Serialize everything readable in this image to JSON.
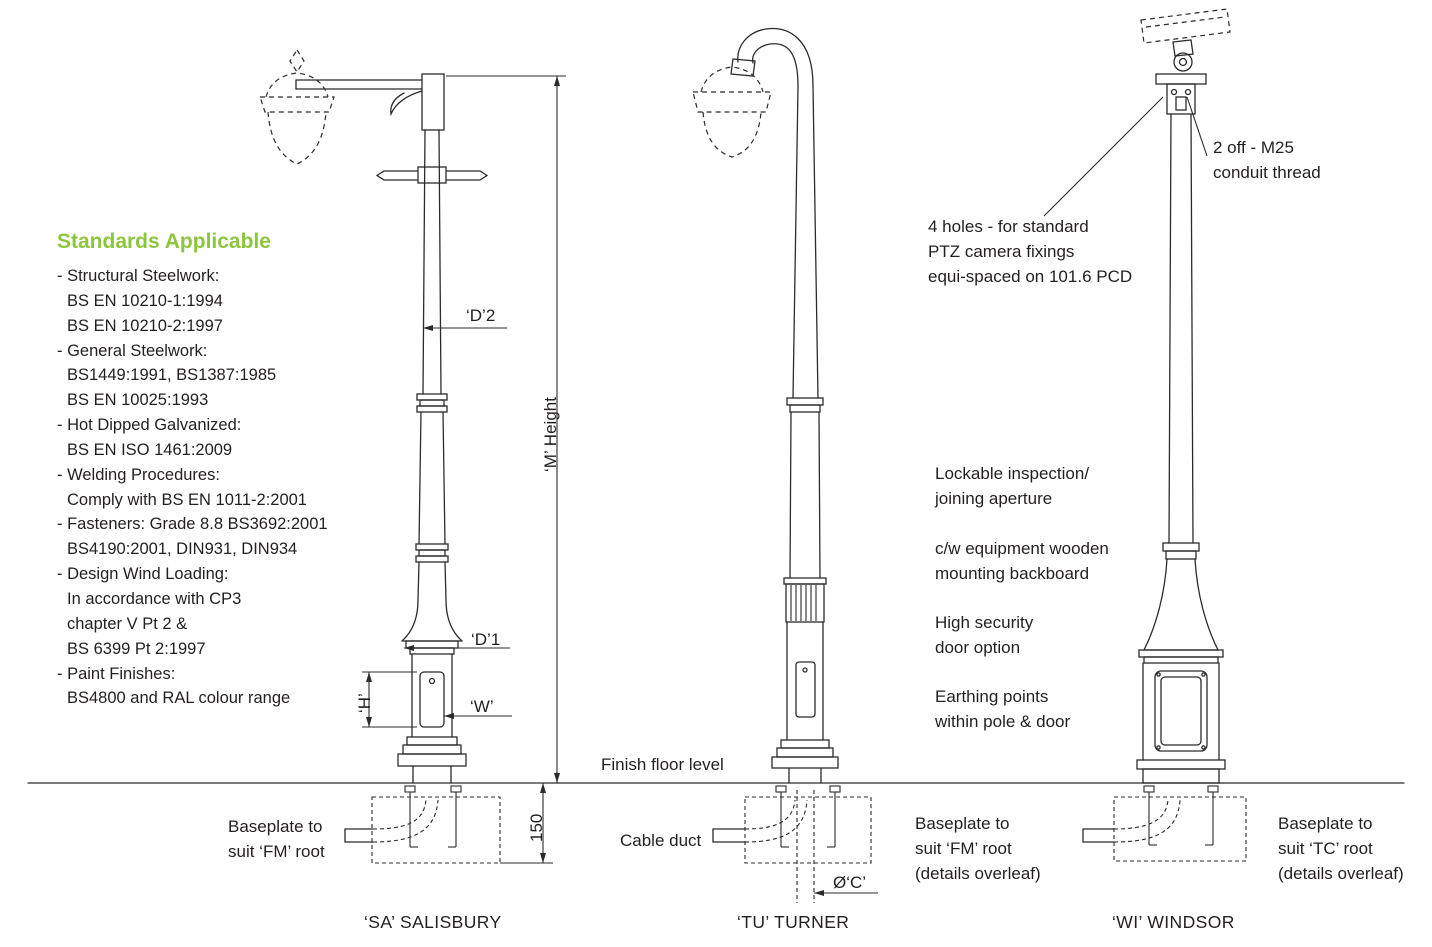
{
  "colors": {
    "accent": "#8cc63f",
    "ink": "#231f20"
  },
  "standards": {
    "title": "Standards Applicable",
    "lines": [
      "- Structural Steelwork:",
      "BS EN 10210-1:1994",
      "BS EN 10210-2:1997",
      "- General Steelwork:",
      "BS1449:1991, BS1387:1985",
      "BS EN 10025:1993",
      "- Hot Dipped Galvanized:",
      "BS EN ISO 1461:2009",
      "- Welding Procedures:",
      "Comply with BS EN 1011-2:2001",
      "- Fasteners: Grade 8.8 BS3692:2001",
      "BS4190:2001, DIN931, DIN934",
      "- Design Wind Loading:",
      "In accordance with CP3",
      "chapter V Pt 2 &",
      "BS 6399 Pt 2:1997",
      "- Paint Finishes:",
      "BS4800 and RAL colour range"
    ]
  },
  "drawing": {
    "finish_floor_label": "Finish floor level",
    "salisbury": {
      "title": "‘SA’ SALISBURY",
      "dim_d2": "‘D’2",
      "dim_d1": "‘D’1",
      "dim_h": "‘H’",
      "dim_w": "‘W’",
      "dim_m": "‘M’  Height",
      "dim_150": "150",
      "baseplate_note": "Baseplate to\nsuit ‘FM’ root"
    },
    "turner": {
      "title": "‘TU’ TURNER",
      "cable_duct_label": "Cable duct",
      "dim_c": "Ø‘C’"
    },
    "windsor": {
      "title": "‘WI’ WINDSOR",
      "conduit_note": "2 off - M25\nconduit thread",
      "holes_note": "4 holes - for standard\nPTZ camera fixings\nequi-spaced on 101.6 PCD",
      "lockable_note": "Lockable inspection/\njoining aperture",
      "equipment_note": "c/w equipment wooden\nmounting backboard",
      "security_note": "High security\ndoor option",
      "earthing_note": "Earthing points\nwithin pole & door",
      "baseplate_fm_note": "Baseplate to\nsuit ‘FM’ root\n(details overleaf)",
      "baseplate_tc_note": "Baseplate to\nsuit ‘TC’ root\n(details overleaf)"
    }
  }
}
